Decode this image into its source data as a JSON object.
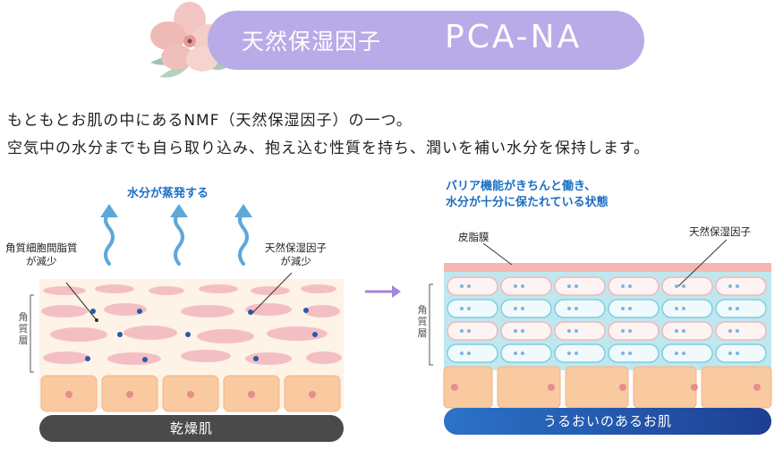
{
  "header": {
    "title_jp": "天然保湿因子",
    "title_en": "PCA-NA"
  },
  "intro": {
    "line1": "もともとお肌の中にあるNMF（天然保湿因子）の一つ。",
    "line2": "空気中の水分までも自ら取り込み、抱え込む性質を持ち、潤いを補い水分を保持します。"
  },
  "left": {
    "evaporation_label": "水分が蒸発する",
    "lipid_label_line1": "角質細胞間脂質",
    "lipid_label_line2": "が減少",
    "nmf_label_line1": "天然保湿因子",
    "nmf_label_line2": "が減少",
    "layer_label": "角質層",
    "bottom_label": "乾燥肌"
  },
  "right": {
    "headline_line1": "バリア機能がきちんと働き、",
    "headline_line2": "水分が十分に保たれている状態",
    "sebum_label": "皮脂膜",
    "nmf_label": "天然保湿因子",
    "layer_label": "角質層",
    "bottom_label": "うるおいのあるお肌"
  },
  "colors": {
    "title_pill": "#b9abe7",
    "arrow_blue": "#5ea8d8",
    "transition_arrow": "#a686d8",
    "left_bar": "#4a4a4a",
    "right_bar": "#1f5fb5",
    "cell_pink": "#f4bfc4",
    "cell_cyan": "#a8dde8",
    "base_orange": "#f9c9a0"
  }
}
